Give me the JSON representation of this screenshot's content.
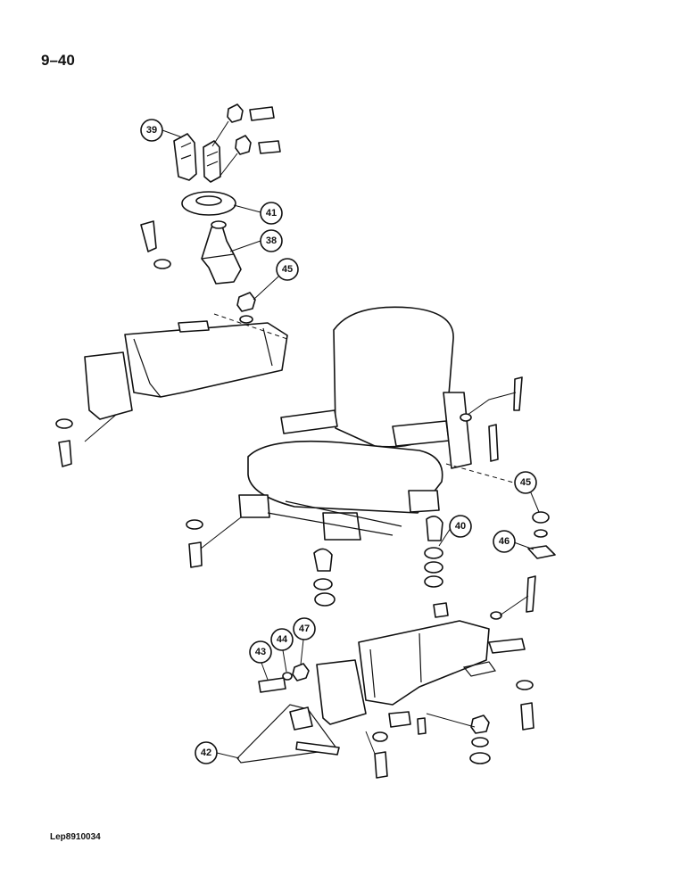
{
  "page_number": "9–40",
  "drawing_code": "Lep8910034",
  "callouts": [
    {
      "label": "39"
    },
    {
      "label": "41"
    },
    {
      "label": "38"
    },
    {
      "label": "45"
    },
    {
      "label": "45"
    },
    {
      "label": "40"
    },
    {
      "label": "46"
    },
    {
      "label": "43"
    },
    {
      "label": "44"
    },
    {
      "label": "47"
    },
    {
      "label": "42"
    }
  ]
}
